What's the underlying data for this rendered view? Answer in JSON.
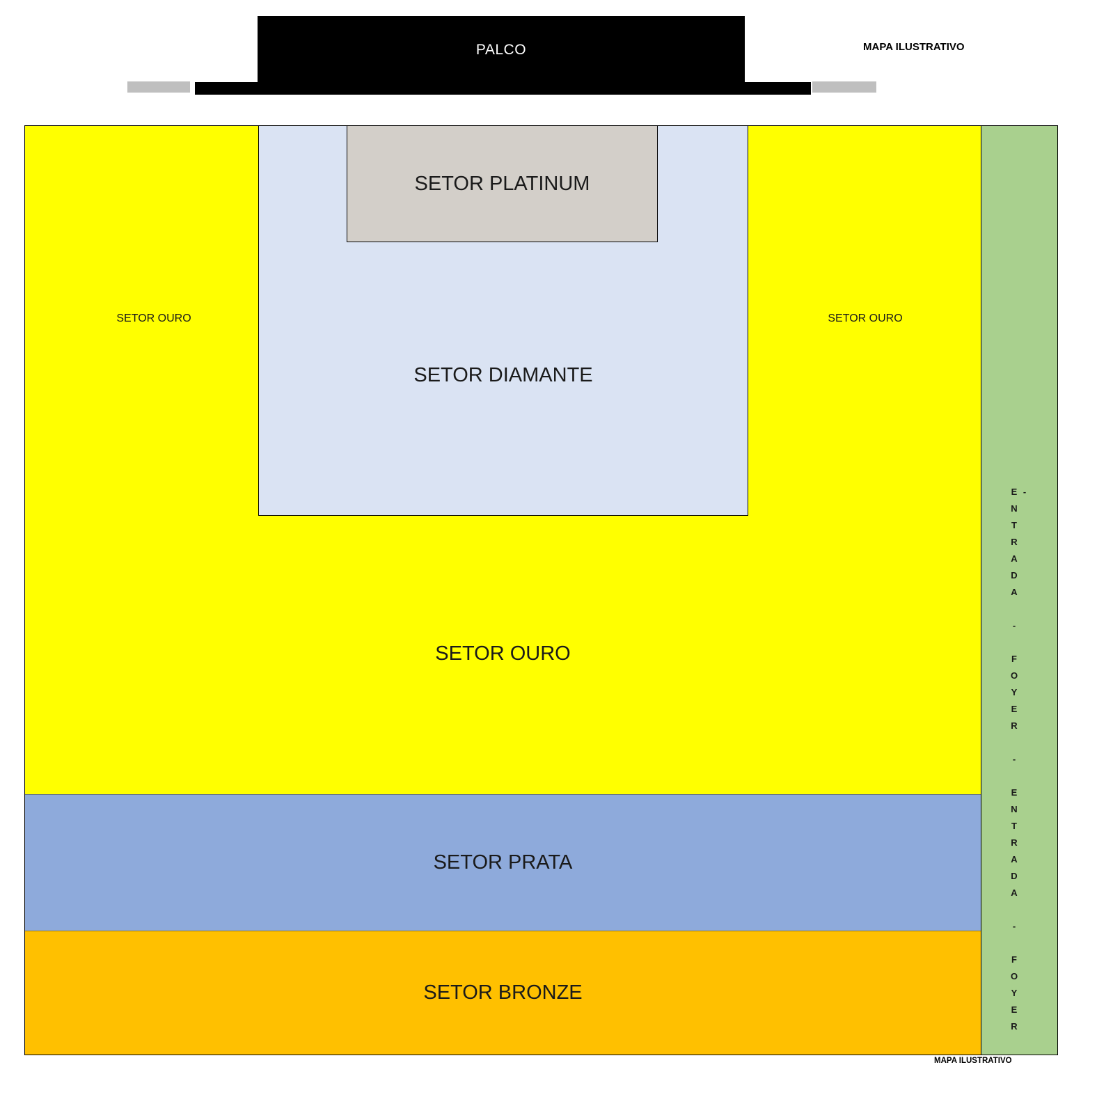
{
  "header": {
    "map_note": "MAPA ILUSTRATIVO"
  },
  "footer": {
    "map_note": "MAPA ILUSTRATIVO"
  },
  "stage": {
    "label": "PALCO",
    "color": "#000000",
    "wing_color": "#bfbfbf"
  },
  "sectors": {
    "platinum": {
      "label": "SETOR PLATINUM",
      "color": "#d3cfc9"
    },
    "diamante": {
      "label": "SETOR DIAMANTE",
      "color": "#dae3f3"
    },
    "ouro": {
      "label": "SETOR OURO",
      "color": "#ffff00"
    },
    "prata": {
      "label": "SETOR PRATA",
      "color": "#8eaadb"
    },
    "bronze": {
      "label": "SETOR BRONZE",
      "color": "#ffc000"
    }
  },
  "entrance": {
    "label": "ENTRADA - FOYER - ENTRADA - FOYER -",
    "color": "#a9d08e"
  }
}
